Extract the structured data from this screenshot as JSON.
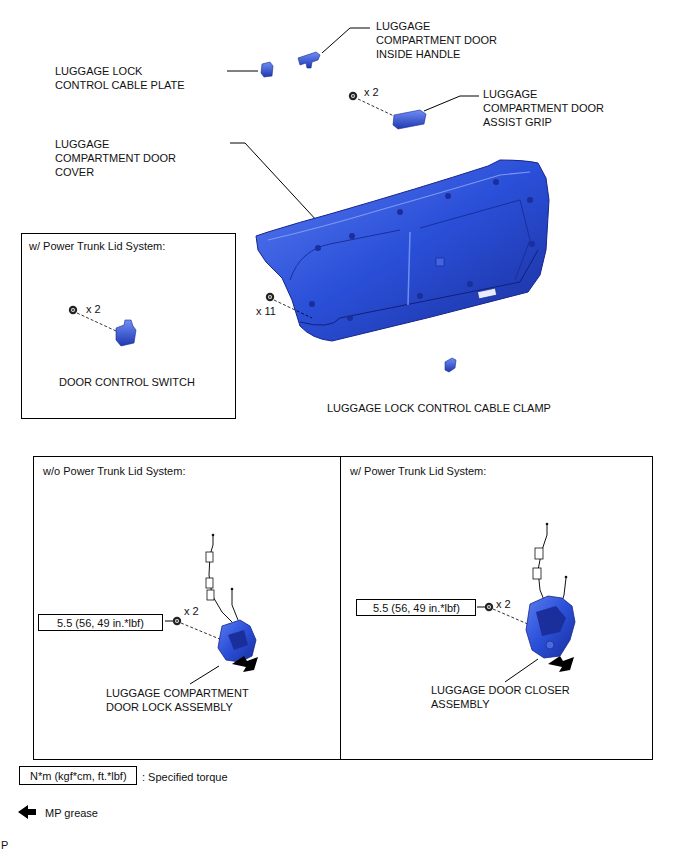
{
  "diagram": {
    "nodes": [
      {
        "text": [
          "w/ Power Trunk Lid System:",
          "x 2",
          "DOOR CONTROL SWITCH"
        ]
      },
      {
        "text": [
          "w/o Power Trunk Lid System:",
          "x 2",
          "LUGGAGE COMPARTMENT DOOR LOCK ASSEMBLY"
        ]
      },
      {
        "text": [
          "5.5 (56, 49 in.*lbf)"
        ],
        "in": 1
      },
      {
        "text": [
          "w/ Power Trunk Lid System:",
          "x 2",
          "LUGGAGE DOOR CLOSER ASSEMBLY"
        ]
      },
      {
        "text": [
          "5.5 (56, 49 in.*lbf)"
        ],
        "in": 3
      },
      {
        "text": [
          "N*m (kgf*cm, ft.*lbf)"
        ]
      }
    ],
    "labels": [
      "LUGGAGE COMPARTMENT DOOR INSIDE HANDLE",
      "LUGGAGE LOCK CONTROL CABLE PLATE",
      "x 2",
      "LUGGAGE COMPARTMENT DOOR ASSIST GRIP",
      "LUGGAGE COMPARTMENT DOOR COVER",
      "x 11",
      "LUGGAGE LOCK CONTROL CABLE CLAMP",
      "P"
    ],
    "legend": [
      {
        "text": ": Specified torque"
      },
      {
        "text": "MP grease"
      }
    ]
  }
}
